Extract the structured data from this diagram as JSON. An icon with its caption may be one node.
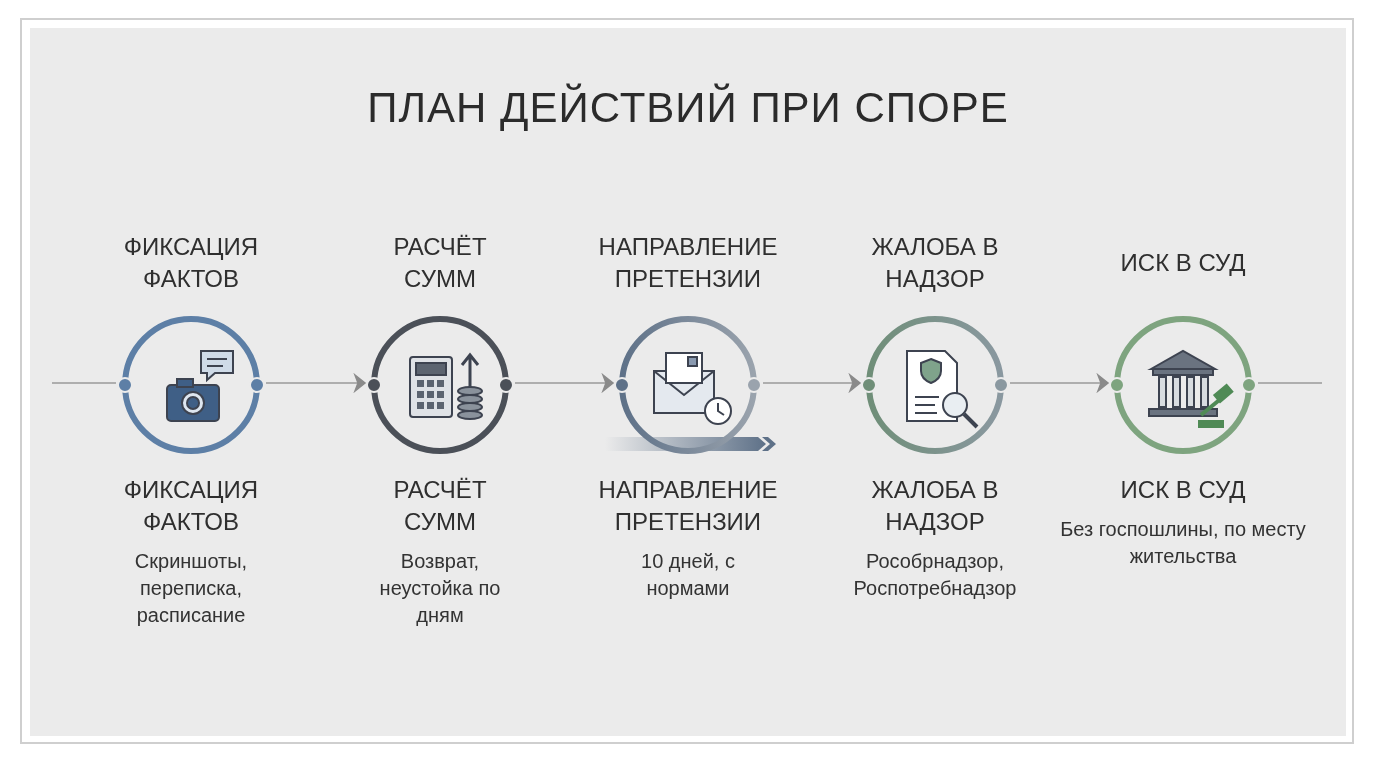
{
  "diagram": {
    "title": "ПЛАН ДЕЙСТВИЙ ПРИ СПОРЕ",
    "nodes": [
      {
        "text": [
          "ФИКСАЦИЯ ФАКТОВ",
          "ФИКСАЦИЯ ФАКТОВ",
          "Скриншоты, переписка, расписание"
        ]
      },
      {
        "text": [
          "РАСЧЁТ СУММ",
          "РАСЧЁТ СУММ",
          "Возврат, неустойка по дням"
        ]
      },
      {
        "text": [
          "НАПРАВЛЕНИЕ ПРЕТЕНЗИИ",
          "НАПРАВЛЕНИЕ ПРЕТЕНЗИИ",
          "10 дней, с нормами"
        ]
      },
      {
        "text": [
          "ЖАЛОБА В НАДЗОР",
          "ЖАЛОБА В НАДЗОР",
          "Рособрнадзор, Роспотребнадзор"
        ]
      },
      {
        "text": [
          "ИСК В СУД",
          "ИСК В СУД",
          "Без госпошлины, по месту жительства"
        ]
      }
    ],
    "edges": [
      {
        "from": null,
        "to": 0,
        "arrow": "none"
      },
      {
        "from": 0,
        "to": 1,
        "arrow": "to"
      },
      {
        "from": 1,
        "to": 2,
        "arrow": "to"
      },
      {
        "from": 2,
        "to": 3,
        "arrow": "to"
      },
      {
        "from": 3,
        "to": 4,
        "arrow": "to"
      },
      {
        "from": 4,
        "to": null,
        "arrow": "none"
      }
    ]
  }
}
